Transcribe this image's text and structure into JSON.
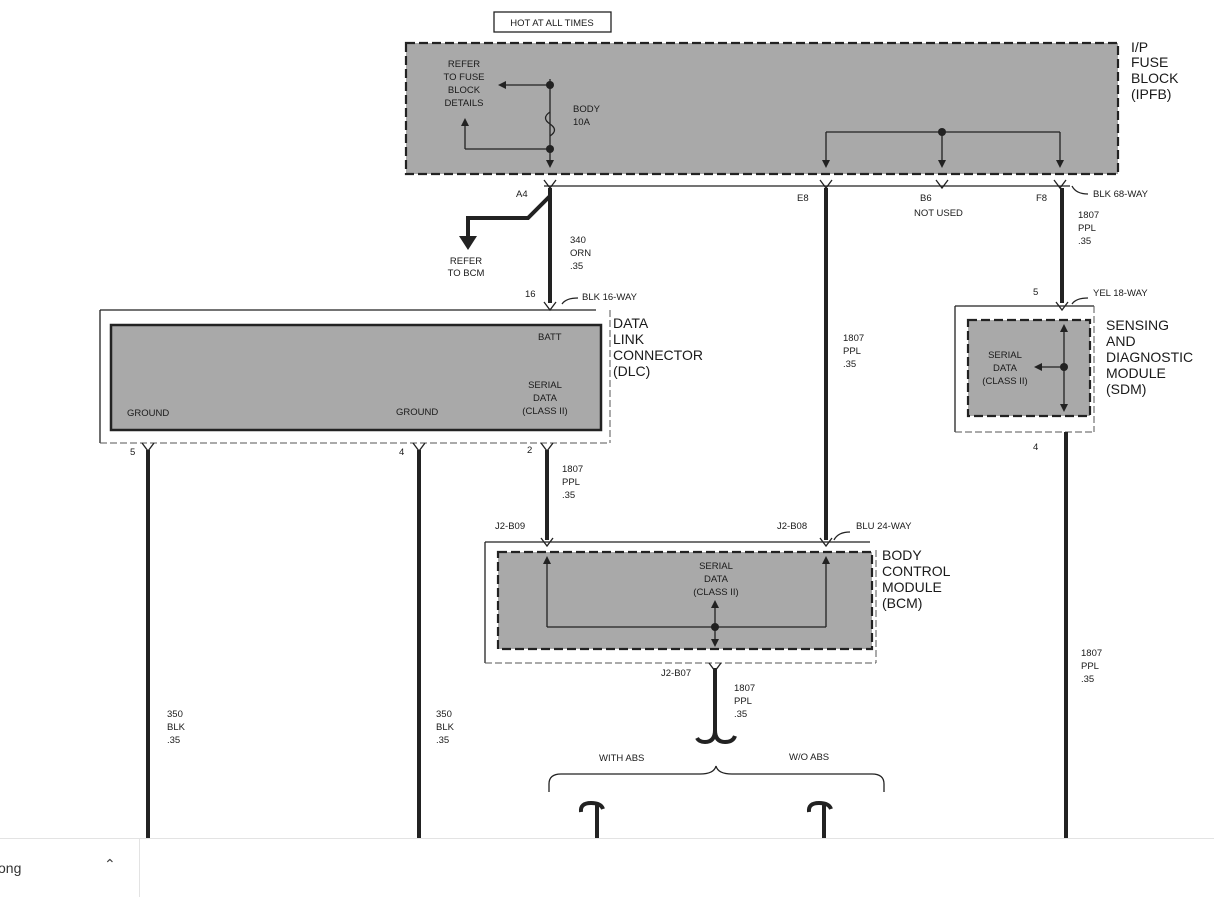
{
  "diagram": {
    "header": "HOT AT ALL TIMES",
    "fuse_block": {
      "name_lines": [
        "I/P",
        "FUSE",
        "BLOCK",
        "(IPFB)"
      ],
      "refer_lines": [
        "REFER",
        "TO FUSE",
        "BLOCK",
        "DETAILS"
      ],
      "fuse_lines": [
        "BODY",
        "10A"
      ],
      "connector": "BLK 68-WAY"
    },
    "pins": {
      "a4": "A4",
      "e8": "E8",
      "b6": "B6",
      "b6_note": "NOT USED",
      "f8": "F8",
      "dlc_16": "16",
      "dlc_5": "5",
      "dlc_4": "4",
      "dlc_2": "2",
      "sdm_5": "5",
      "sdm_4": "4",
      "j2_b09": "J2-B09",
      "j2_b08": "J2-B08",
      "j2_b07": "J2-B07"
    },
    "refer_bcm": [
      "REFER",
      "TO BCM"
    ],
    "wires": {
      "w340": [
        "340",
        "ORN",
        ".35"
      ],
      "w1807_e8": [
        "1807",
        "PPL",
        ".35"
      ],
      "w1807_f8": [
        "1807",
        "PPL",
        ".35"
      ],
      "w1807_dlc": [
        "1807",
        "PPL",
        ".35"
      ],
      "w1807_bcm": [
        "1807",
        "PPL",
        ".35"
      ],
      "w1807_sdm": [
        "1807",
        "PPL",
        ".35"
      ],
      "w350_a": [
        "350",
        "BLK",
        ".35"
      ],
      "w350_b": [
        "350",
        "BLK",
        ".35"
      ]
    },
    "dlc": {
      "name_lines": [
        "DATA",
        "LINK",
        "CONNECTOR",
        "(DLC)"
      ],
      "connector": "BLK 16-WAY",
      "batt": "BATT",
      "serial_lines": [
        "SERIAL",
        "DATA",
        "(CLASS II)"
      ],
      "ground_1": "GROUND",
      "ground_2": "GROUND"
    },
    "sdm": {
      "name_lines": [
        "SENSING",
        "AND",
        "DIAGNOSTIC",
        "MODULE",
        "(SDM)"
      ],
      "connector": "YEL 18-WAY",
      "serial_lines": [
        "SERIAL",
        "DATA",
        "(CLASS II)"
      ]
    },
    "bcm": {
      "name_lines": [
        "BODY",
        "CONTROL",
        "MODULE",
        "(BCM)"
      ],
      "connector": "BLU 24-WAY",
      "serial_lines": [
        "SERIAL",
        "DATA",
        "(CLASS II)"
      ]
    },
    "branches": {
      "with_abs": "WITH ABS",
      "without_abs": "W/O ABS"
    }
  },
  "download_bar": {
    "file_name": "ong",
    "chevron_icon": "chevron-up-icon"
  }
}
